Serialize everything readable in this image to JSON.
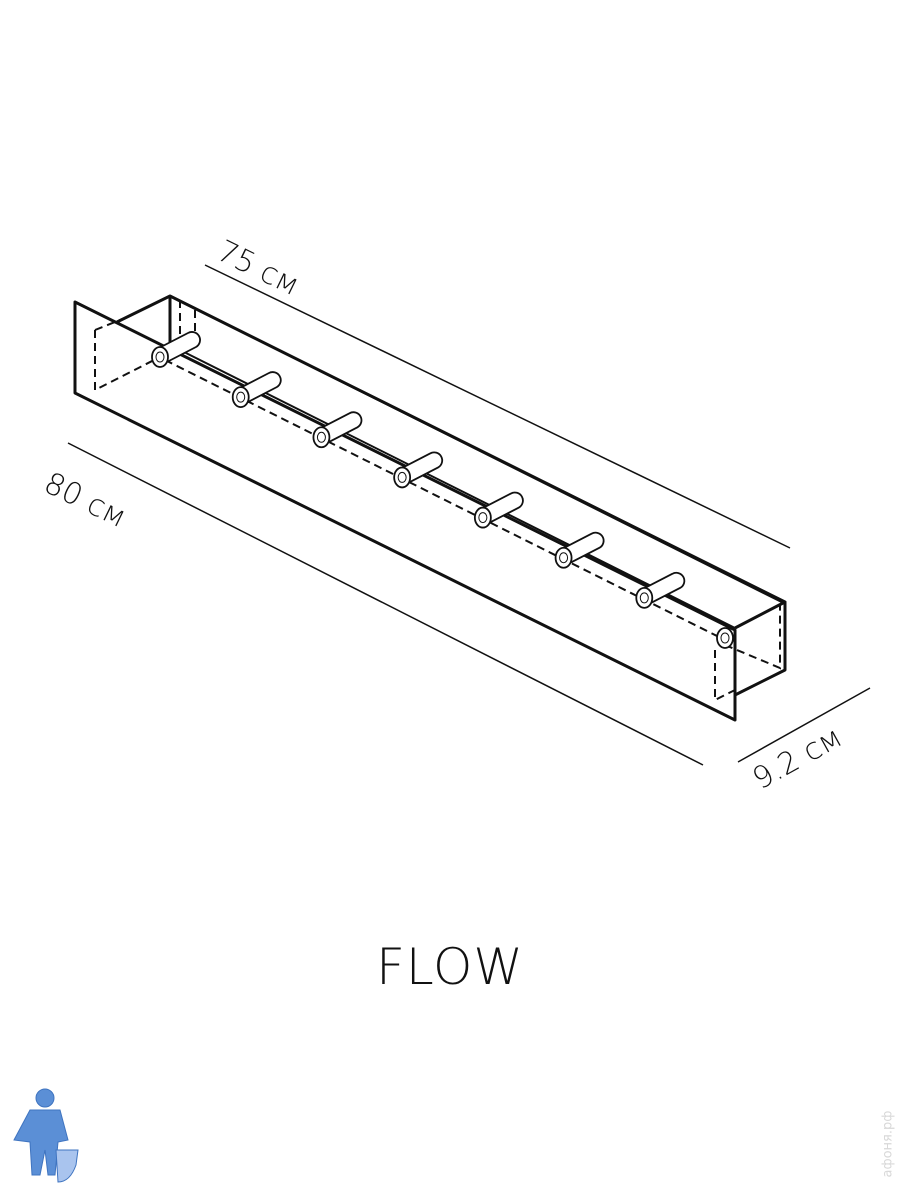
{
  "product_name": "FLOW",
  "dimensions": {
    "inner_length": "75 см",
    "outer_length": "80 см",
    "depth": "9.2 см"
  },
  "hooks_count": 8,
  "watermark": "афоня.рф",
  "colors": {
    "line": "#111111",
    "logo": "#5b8fd6"
  }
}
